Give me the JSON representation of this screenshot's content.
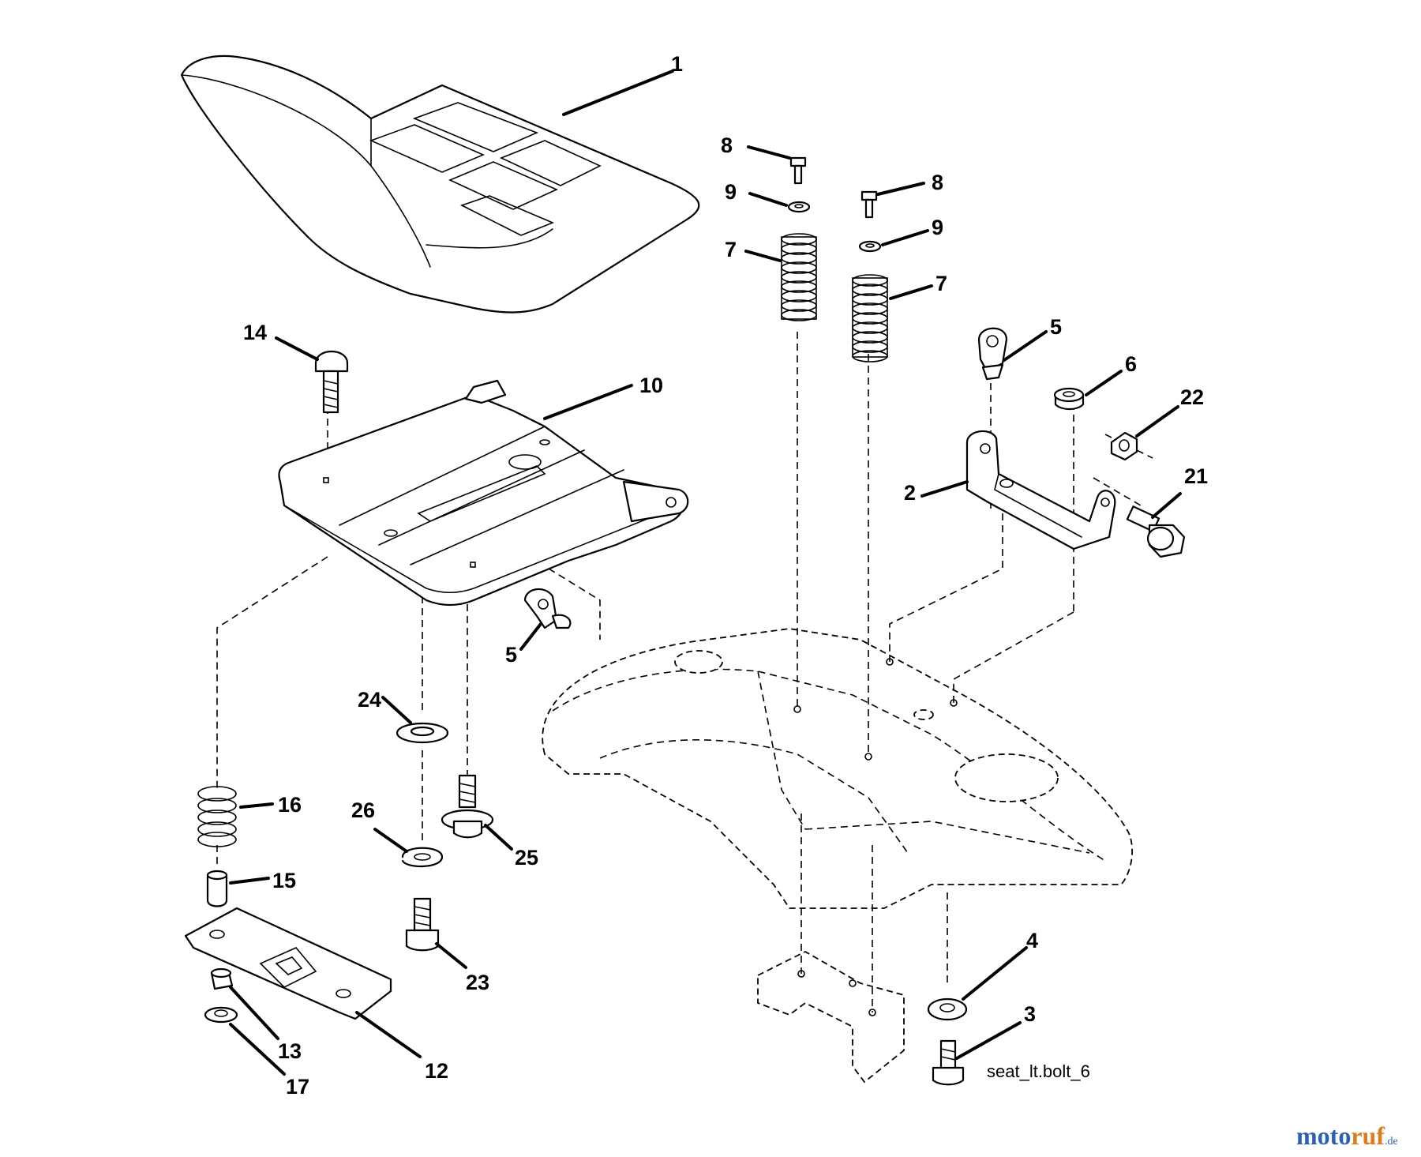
{
  "callouts": {
    "seat": "1",
    "seat_bracket": "2",
    "bolt_3": "3",
    "washer_4": "4",
    "clip_5_right": "5",
    "clip_5_left": "5",
    "nut_6": "6",
    "spring_7_left": "7",
    "spring_7_right": "7",
    "bolt_8_left": "8",
    "bolt_8_right": "8",
    "washer_9_left": "9",
    "washer_9_right": "9",
    "seat_pan": "10",
    "slide_plate": "12",
    "nut_13": "13",
    "carriage_bolt": "14",
    "spacer": "15",
    "spring_16": "16",
    "nut_17": "17",
    "bolt_21": "21",
    "nut_22": "22",
    "bolt_23": "23",
    "washer_24": "24",
    "shoulder_bolt": "25",
    "lock_washer": "26"
  },
  "figure_ref": "seat_lt.bolt_6",
  "watermark": {
    "part_a": "moto",
    "part_b": "ruf",
    "suffix": ".de",
    "color_a": "#2b62b0",
    "color_b": "#e07a1c"
  }
}
